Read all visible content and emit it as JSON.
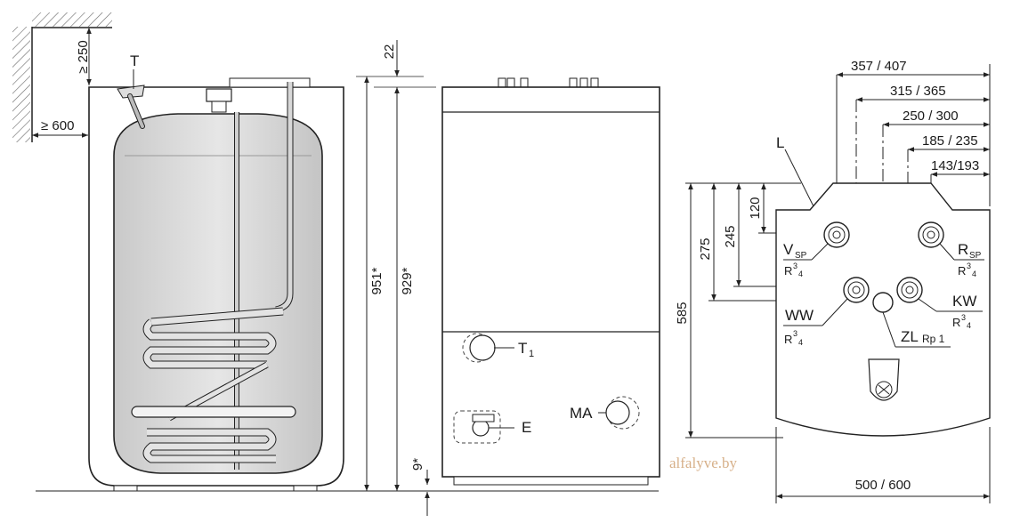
{
  "side_view": {
    "clearance_top": "≥ 250",
    "clearance_side": "≥ 600",
    "sensor_label": "T"
  },
  "front_view": {
    "top_offset": "22",
    "height_a": "951*",
    "height_b": "929*",
    "foot_height": "9*",
    "thermometer_label": "T",
    "thermometer_sub": "1",
    "drain_label": "E",
    "anode_label": "MA"
  },
  "top_view": {
    "dims_horizontal": [
      "357 / 407",
      "315 / 365",
      "250 / 300",
      "185 / 235",
      "143/193"
    ],
    "dims_vertical": [
      "120",
      "245",
      "275",
      "585"
    ],
    "width_label": "500 / 600",
    "connections": {
      "l": "L",
      "vsp": {
        "main": "V",
        "sub": "SP",
        "thread": "R",
        "sup": "3",
        "den": "4"
      },
      "rsp": {
        "main": "R",
        "sub": "SP",
        "thread": "R",
        "sup": "3",
        "den": "4"
      },
      "ww": {
        "main": "WW",
        "thread": "R",
        "sup": "3",
        "den": "4"
      },
      "kw": {
        "main": "KW",
        "thread": "R",
        "sup": "3",
        "den": "4"
      },
      "zl": {
        "main": "ZL",
        "sub": "Rp 1"
      }
    }
  },
  "watermark": "alfalyve.by"
}
